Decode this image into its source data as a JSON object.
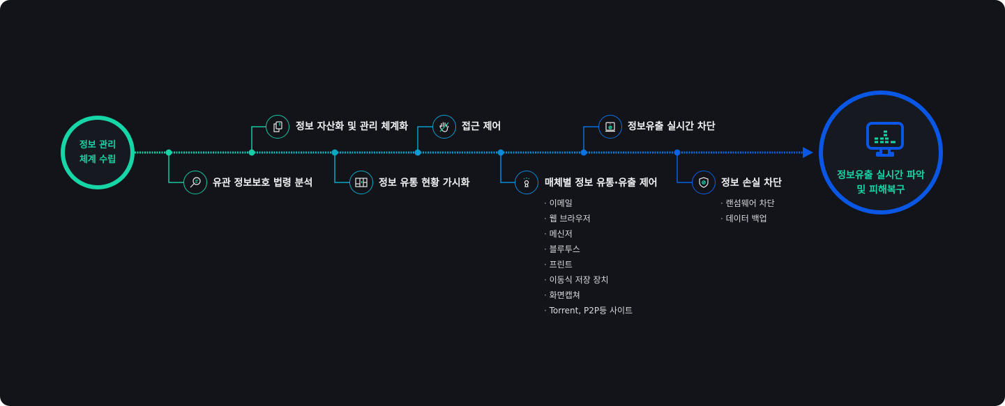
{
  "start": {
    "line1": "정보 관리",
    "line2": "체계 수립"
  },
  "end": {
    "line1": "정보유출 실시간 파악",
    "line2": "및 피해복구",
    "icon": "monitor-chart-icon"
  },
  "steps": [
    {
      "label": "유관 정보보호 법령 분석",
      "icon": "search-document-icon"
    },
    {
      "label": "정보 자산화 및 관리 체계화",
      "icon": "documents-icon"
    },
    {
      "label": "정보 유통 현황 가시화",
      "icon": "dashboard-icon"
    },
    {
      "label": "접근 제어",
      "icon": "hand-stop-icon"
    },
    {
      "label": "매체별 정보 유통·유출 제어",
      "icon": "keyhole-icon",
      "items": [
        "이메일",
        "웹 브라우저",
        "메신저",
        "블루투스",
        "프린트",
        "이동식 저장 장치",
        "화면캡쳐",
        "Torrent, P2P등 사이트"
      ]
    },
    {
      "label": "정보유출 실시간 차단",
      "icon": "laptop-block-icon"
    },
    {
      "label": "정보 손실 차단",
      "icon": "shield-block-icon",
      "items": [
        "랜섬웨어 차단",
        "데이터 백업"
      ]
    }
  ],
  "colors": {
    "green": "#16d5a6",
    "teal": "#0aa8c6",
    "blue": "#0a57e6",
    "background": "#131419"
  }
}
